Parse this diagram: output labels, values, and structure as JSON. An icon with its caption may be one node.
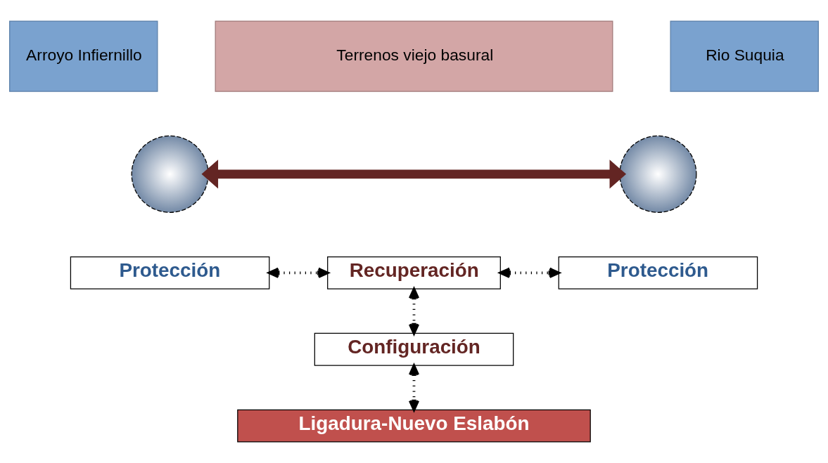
{
  "diagram": {
    "nodes": [
      {
        "text": [
          "Arroyo Infiernillo"
        ]
      },
      {
        "text": [
          "Terrenos viejo basural"
        ]
      },
      {
        "text": [
          "Rio Suquia"
        ]
      },
      {
        "text": [],
        "shape": "circle"
      },
      {
        "text": [],
        "shape": "circle"
      },
      {
        "text": [
          "Protección"
        ]
      },
      {
        "text": [
          "Recuperación"
        ]
      },
      {
        "text": [
          "Protección"
        ]
      },
      {
        "text": [
          "Configuración"
        ]
      },
      {
        "text": [
          "Ligadura-Nuevo Eslabón"
        ]
      }
    ],
    "edges": [
      {
        "from": 3,
        "to": 4,
        "arrow": "both",
        "style": "thick",
        "color": "#632523"
      },
      {
        "from": 5,
        "to": 6,
        "arrow": "both",
        "style": "dashed"
      },
      {
        "from": 6,
        "to": 7,
        "arrow": "both",
        "style": "dashed"
      },
      {
        "from": 6,
        "to": 8,
        "arrow": "both",
        "style": "dashed"
      },
      {
        "from": 8,
        "to": 9,
        "arrow": "both",
        "style": "dashed"
      }
    ]
  }
}
